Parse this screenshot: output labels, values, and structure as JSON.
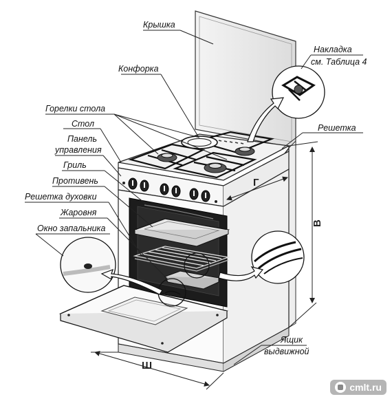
{
  "labels": {
    "lid": "Крышка",
    "burner": "Конфорка",
    "overlay_title": "Накладка",
    "overlay_ref": "см. Таблица 4",
    "table_burners": "Горелки стола",
    "table": "Стол",
    "panel_line1": "Панель",
    "panel_line2": "управления",
    "grate": "Решетка",
    "grill": "Гриль",
    "baking_tray": "Противень",
    "oven_rack": "Решетка духовки",
    "roasting_pan": "Жаровня",
    "ignition_window": "Окно запальника",
    "drawer_line1": "Ящик",
    "drawer_line2": "выдвижной"
  },
  "dimensions": {
    "height": "В",
    "depth": "Г",
    "width": "Ш"
  },
  "watermark": {
    "text": "cmlt.ru",
    "icon": "bubble-icon"
  }
}
